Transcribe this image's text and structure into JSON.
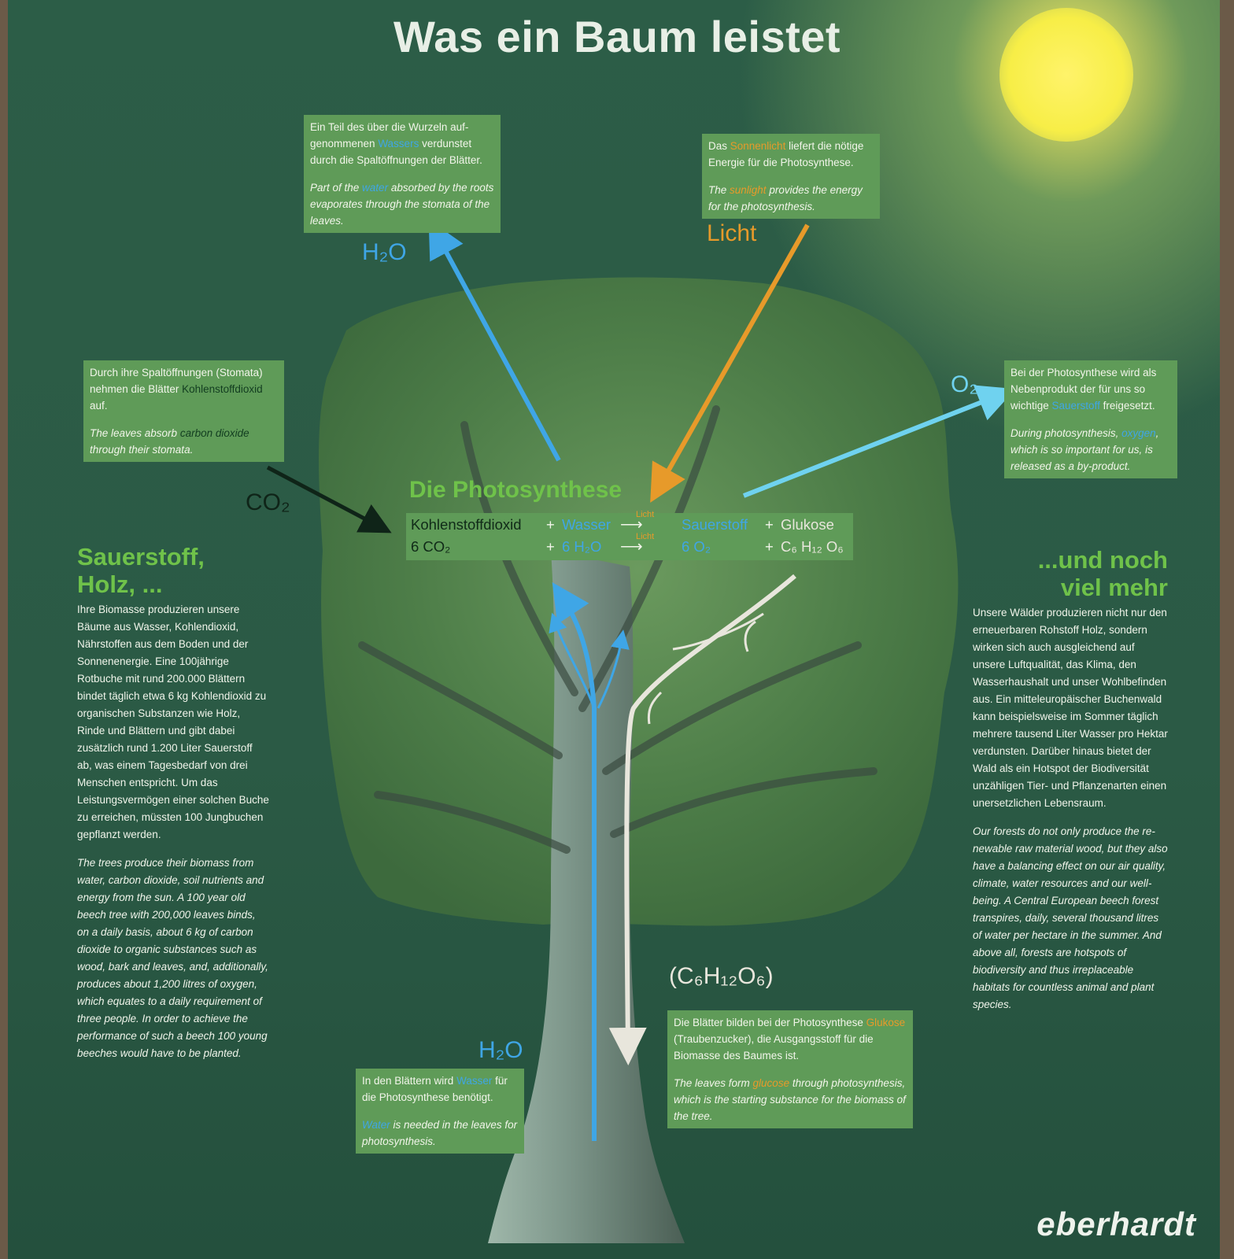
{
  "title": "Was ein Baum leistet",
  "boxes": {
    "water_top": {
      "de_1": "Ein Teil des über die Wurzeln auf­genommenen ",
      "de_hl": "Wassers",
      "de_2": " verdunstet durch die Spaltöffnungen der Blätter.",
      "en_1": "Part of the ",
      "en_hl": "water",
      "en_2": " absorbed by the roots evaporates through the stoma­ta of the leaves."
    },
    "sun": {
      "de_1": "Das ",
      "de_hl": "Sonnenlicht",
      "de_2": " liefert die nötige Energie für die Photosynthese.",
      "en_1": "The ",
      "en_hl": "sunlight",
      "en_2": " provides the energy for the photosynthesis."
    },
    "co2": {
      "de_1": "Durch ihre Spaltöffnungen (Stomata) nehmen die Blätter ",
      "de_hl": "Kohlenstoffdioxid",
      "de_2": " auf.",
      "en_1": "The leaves absorb ",
      "en_hl": "carbon dioxide",
      "en_2": " through their stomata."
    },
    "o2": {
      "de_1": "Bei der Photosynthese wird als Nebenprodukt der für uns so wichtige ",
      "de_hl": "Sauerstoff",
      "de_2": " freigesetzt.",
      "en_1": "During photosynthesis, ",
      "en_hl": "oxygen",
      "en_2": ", which is so important for us, is released as a by-product."
    },
    "water_bottom": {
      "de_1": "In den Blättern wird ",
      "de_hl": "Wasser",
      "de_2": " für die Photosynthese benötigt.",
      "en_hl": "Water",
      "en_2": " is needed in the leaves for photosynthesis."
    },
    "glucose": {
      "de_1": "Die Blätter bilden bei der Photosynthese ",
      "de_hl": "Glukose",
      "de_2": " (Traubenzucker), die Ausgangsstoff für die Biomasse des Baumes ist.",
      "en_1": "The leaves form ",
      "en_hl": "glucose",
      "en_2": " through photosynthe­sis, which is the starting substance for the bio­mass of the tree."
    }
  },
  "labels": {
    "h2o_top": "H₂O",
    "licht": "Licht",
    "o2": "O₂",
    "co2": "CO₂",
    "glucose_formula": "(C₆H₁₂O₆)",
    "h2o_bottom": "H₂O"
  },
  "photosynthesis": {
    "title": "Die Photosynthese",
    "row1": {
      "a": "Kohlenstoffdioxid",
      "plus1": "+",
      "b": "Wasser",
      "arrow_label": "Licht",
      "c": "Sauerstoff",
      "plus2": "+",
      "d": "Glukose"
    },
    "row2": {
      "a": "6 CO₂",
      "plus1": "+",
      "b": "6 H₂O",
      "arrow_label": "Licht",
      "c": "6 O₂",
      "plus2": "+",
      "d": "C₆ H₁₂ O₆"
    }
  },
  "left": {
    "heading_1": "Sauerstoff,",
    "heading_2": "Holz, ...",
    "de": "Ihre Biomasse produzieren unsere Bäume aus Wasser, Kohlendioxid, Nährstoffen aus dem Boden und der Sonnenenergie. Eine 100jährige Rotbuche mit rund 200.000 Blättern bindet täglich etwa 6 kg Kohlendioxid zu organischen Substanzen wie Holz, Rinde und Blättern und gibt dabei zusätzlich rund 1.200 Liter Sauerstoff ab, was einem Tagesbedarf von drei Menschen entspricht. Um das Leistungsvermögen einer solchen Buche zu erreichen, müssten 100 Jungbuchen gepflanzt werden.",
    "en": "The trees produce their biomass from water, carbon dioxide, soil nutrients and energy from the sun. A 100 year old beech tree with 200,000 leaves binds, on a daily basis, about 6 kg of carbon dioxide to organic substances such as wood, bark and leaves, and, additionally, produces about 1,200 litres of oxygen, which equates to a daily requirement of three people. In order to achieve the performance of such a beech 100 young beeches would have to be planted."
  },
  "right": {
    "heading_1": "...und noch",
    "heading_2": "viel mehr",
    "de": "Unsere Wälder produzieren nicht nur den erneuerbaren Rohstoff Holz, son­dern wirken sich auch ausgleichend auf unsere Luftqualität, das Klima, den Wasserhaushalt und unser Wohl­befinden aus. Ein mitteleuropäischer Buchenwald kann beispielsweise im Sommer täglich mehrere tausend Liter Wasser pro Hektar verdunsten. Darüber hinaus bietet der Wald als ein Hotspot der Biodiversität unzähli­gen Tier- und Pflanzenarten einen unersetzlichen Lebensraum.",
    "en": "Our forests do not only produce the re­newable raw material wood, but they also have a balancing effect on our air quality, climate, water resources and our well-being. A Central European beech forest transpires, daily, several thousand litres of water per hectare in the summer. And above all, forests are hotspots of biodiversity and thus irre­placeable habitats for countless ani­mal and plant species."
  },
  "logo": "eberhardt",
  "colors": {
    "background": "#2b5a45",
    "box": "#5f9b58",
    "heading_green": "#6fc24a",
    "water_blue": "#3fa6e6",
    "light_orange": "#e79a2a",
    "oxygen_cyan": "#6fd2ef",
    "glucose_white": "#e8e6dc"
  }
}
